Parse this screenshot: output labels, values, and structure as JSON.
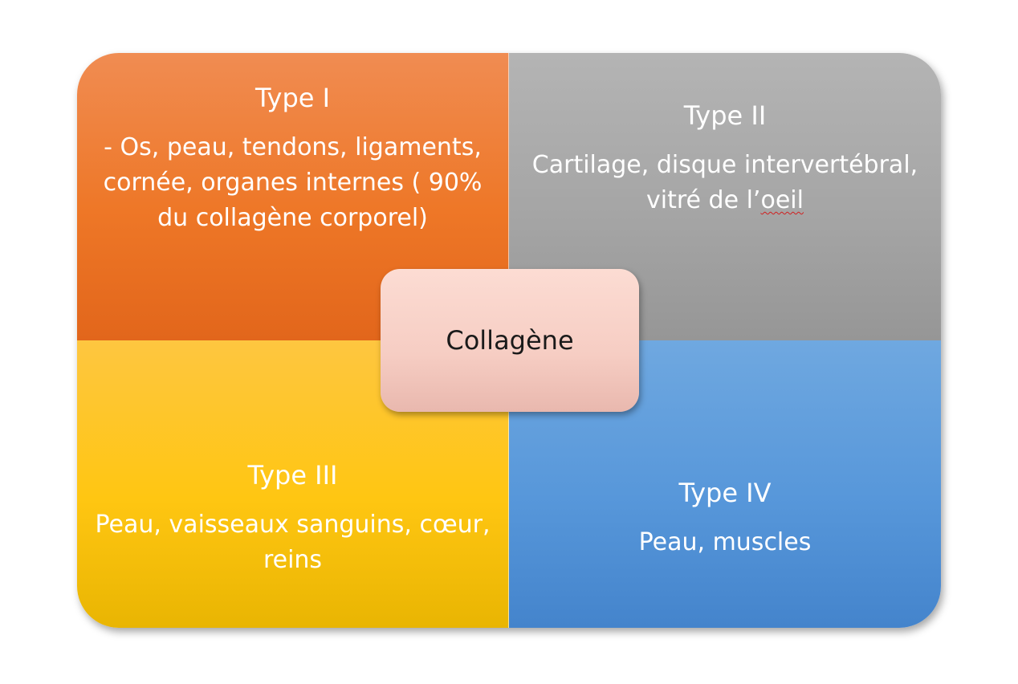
{
  "center_label": "Collagène",
  "quadrants": [
    {
      "title": "Type I",
      "description": "- Os, peau, tendons, ligaments,\ncornée, organes internes ( 90%\ndu collagène corporel)",
      "color": "#ee7727"
    },
    {
      "title": "Type II",
      "description_lines": [
        "Cartilage, disque intervertébral,",
        "vitré de l’",
        "oeil"
      ],
      "color": "#a4a4a4"
    },
    {
      "title": "Type III",
      "description": "Peau, vaisseaux sanguins, cœur,\nreins",
      "color": "#ffc612"
    },
    {
      "title": "Type IV",
      "description": "Peau, muscles",
      "color": "#5797da"
    }
  ],
  "center_color": "#f6cdc3"
}
